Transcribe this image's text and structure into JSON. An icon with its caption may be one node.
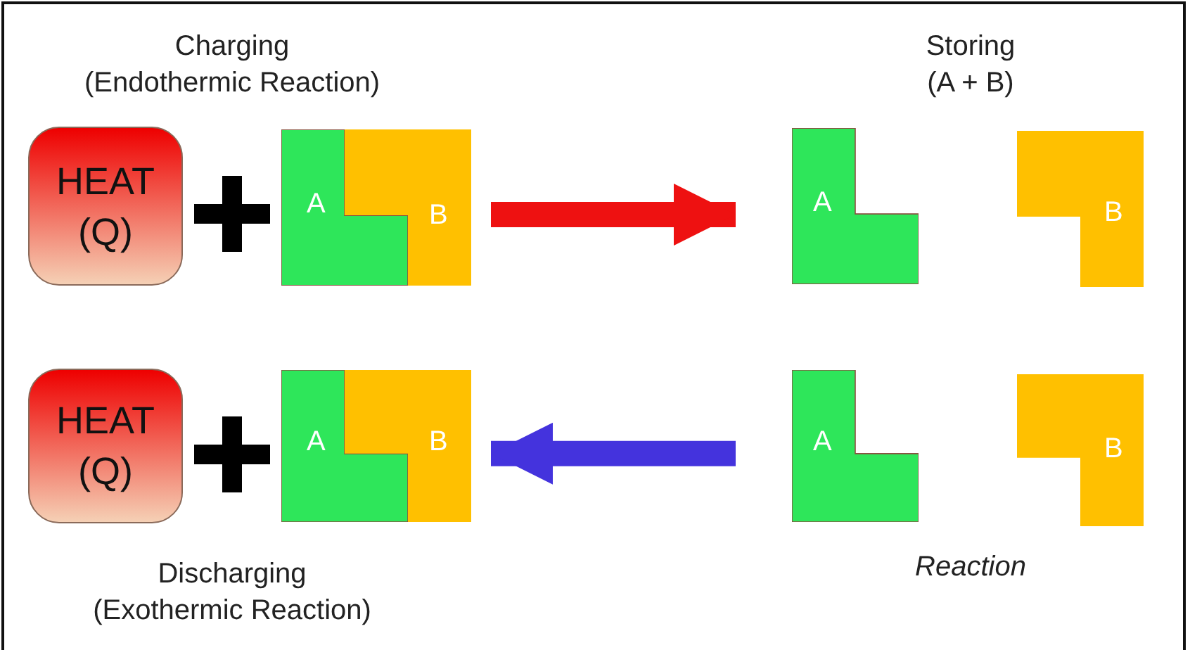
{
  "diagram": {
    "nodes": [
      {
        "text": [
          "HEAT (Q)"
        ]
      },
      {
        "text": [
          "A"
        ]
      },
      {
        "text": [
          "B"
        ]
      },
      {
        "text": [
          "A"
        ]
      },
      {
        "text": [
          "B"
        ]
      },
      {
        "text": [
          "HEAT (Q)"
        ]
      },
      {
        "text": [
          "A"
        ]
      },
      {
        "text": [
          "B"
        ]
      },
      {
        "text": [
          "A"
        ]
      },
      {
        "text": [
          "B"
        ]
      }
    ],
    "edges": [
      {
        "from": 2,
        "to": 3,
        "arrow": "to",
        "color": "#ee1111"
      },
      {
        "from": 8,
        "to": 7,
        "arrow": "to",
        "color": "#4433dd"
      }
    ],
    "labels": [
      "Charging (Endothermic Reaction)",
      "Storing (A + B)",
      "Discharging (Exothermic Reaction)",
      "Reaction"
    ]
  }
}
